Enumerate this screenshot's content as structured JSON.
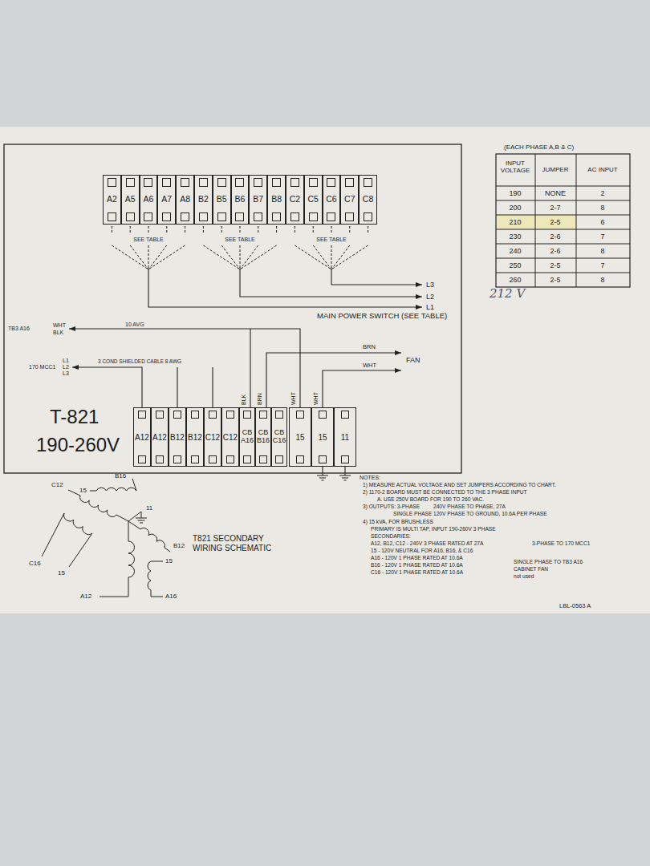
{
  "diagram": {
    "nodes": [
      {
        "text": [
          "A2"
        ]
      },
      {
        "text": [
          "A5"
        ]
      },
      {
        "text": [
          "A6"
        ]
      },
      {
        "text": [
          "A7"
        ]
      },
      {
        "text": [
          "A8"
        ]
      },
      {
        "text": [
          "B2"
        ]
      },
      {
        "text": [
          "B5"
        ]
      },
      {
        "text": [
          "B6"
        ]
      },
      {
        "text": [
          "B7"
        ]
      },
      {
        "text": [
          "B8"
        ]
      },
      {
        "text": [
          "C2"
        ]
      },
      {
        "text": [
          "C5"
        ]
      },
      {
        "text": [
          "C6"
        ]
      },
      {
        "text": [
          "C7"
        ]
      },
      {
        "text": [
          "C8"
        ]
      },
      {
        "text": [
          "A12"
        ]
      },
      {
        "text": [
          "A12"
        ]
      },
      {
        "text": [
          "B12"
        ]
      },
      {
        "text": [
          "B12"
        ]
      },
      {
        "text": [
          "C12"
        ]
      },
      {
        "text": [
          "C12"
        ]
      },
      {
        "text": [
          "CB A16"
        ]
      },
      {
        "text": [
          "CB B16"
        ]
      },
      {
        "text": [
          "CB C16"
        ]
      },
      {
        "text": [
          "15"
        ]
      },
      {
        "text": [
          "15"
        ]
      },
      {
        "text": [
          "11"
        ]
      }
    ],
    "labels": [
      "SEE TABLE",
      "SEE TABLE",
      "SEE TABLE",
      "L3",
      "L2",
      "L1",
      "MAIN POWER SWITCH (SEE TABLE)",
      "TB3 A16",
      "WHT",
      "BLK",
      "10 AVG",
      "BRN",
      "FAN",
      "WHT",
      "170 MCC1",
      "L1",
      "L2",
      "L3",
      "3 COND SHIELDED CABLE 8 AWG",
      "T-821",
      "190-260V",
      "BLK",
      "BRN",
      "WHT",
      "WHT",
      "NOTES:",
      "1) MEASURE ACTUAL VOLTAGE AND SET JUMPERS ACCORDING TO CHART.",
      "2) 1170-2 BOARD MUST BE CONNECTED TO THE 3 PHASE INPUT",
      "A. USE 250V BOARD FOR 190 TO 260 VAC.",
      "3) OUTPUTS: 3-PHASE",
      "240V PHASE TO PHASE, 27A",
      "SINGLE PHASE",
      "120V PHASE TO GROUND, 10.6A PER PHASE",
      "4) 15 kVA, FOR BRUSHLESS",
      "PRIMARY IS MULTI TAP, INPUT 190-260V 3 PHASE",
      "SECONDARIES:",
      "A12, B12, C12 - 240V 3 PHASE RATED AT 27A",
      "3-PHASE TO 170 MCC1",
      "15 - 120V NEUTRAL FOR A16, B16, & C16",
      "A16 - 120V 1 PHASE RATED AT 10.6A",
      "SINGLE PHASE TO TB3 A16",
      "B16 - 120V 1 PHASE RATED AT 10.6A",
      "CABINET FAN",
      "C16 - 120V 1 PHASE RATED AT 10.6A",
      "not used",
      "LBL-0563 A",
      "T821 SECONDARY WIRING SCHEMATIC",
      "C12",
      "B16",
      "15",
      "11",
      "B12",
      "C16",
      "15",
      "15",
      "A12",
      "A16",
      "(EACH PHASE A,B & C)",
      "INPUT VOLTAGE",
      "JUMPER",
      "AC INPUT",
      "190",
      "NONE",
      "2",
      "200",
      "2-7",
      "8",
      "210",
      "2-5",
      "6",
      "230",
      "2-6",
      "7",
      "240",
      "2-6",
      "8",
      "250",
      "2-5",
      "7",
      "260",
      "2-5",
      "8",
      "212 V"
    ]
  }
}
